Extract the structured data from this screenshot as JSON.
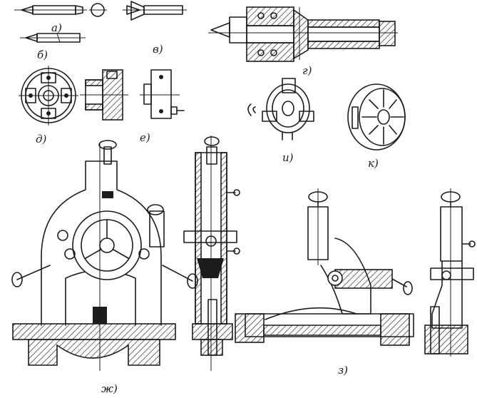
{
  "labels": {
    "a": "а)",
    "b": "б)",
    "v": "в)",
    "g": "г)",
    "d": "д)",
    "e": "е)",
    "zh": "ж)",
    "z": "з)",
    "i": "и)",
    "k": "к)"
  },
  "colors": {
    "ink": "#1c1c1c",
    "paper": "#ffffff"
  },
  "icons": [
    "center-a",
    "center-b",
    "center-v",
    "revolving-center-g",
    "faceplate-d",
    "chuck-body-e",
    "chuck-e-side",
    "three-jaw-chuck-i",
    "four-jaw-chuck-k",
    "steady-rest-zh",
    "follower-rest-z"
  ]
}
